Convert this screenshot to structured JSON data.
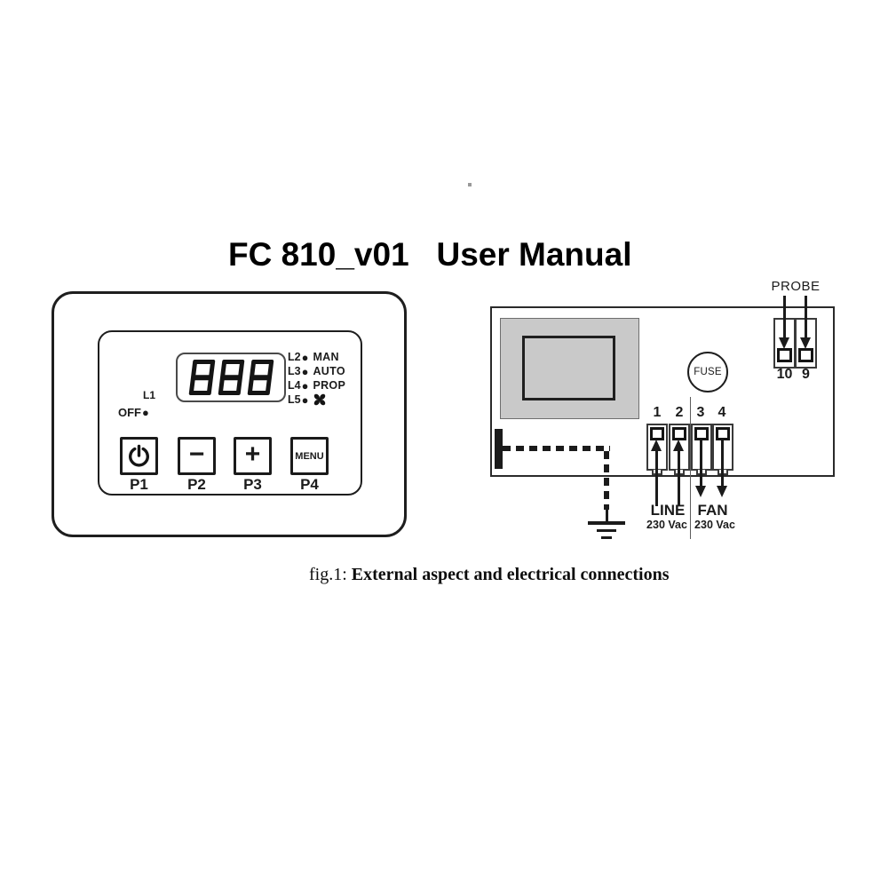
{
  "page": {
    "title": "FC 810_v01   User Manual",
    "caption_prefix": "fig.1: ",
    "caption_bold": "External aspect and electrical connections"
  },
  "panel": {
    "display_value": "888",
    "led_dot": "●",
    "l1": {
      "id": "L1",
      "off_label": "OFF"
    },
    "leds": [
      {
        "id": "L2",
        "label": "MAN"
      },
      {
        "id": "L3",
        "label": "AUTO"
      },
      {
        "id": "L4",
        "label": "PROP"
      },
      {
        "id": "L5",
        "label": ""
      }
    ],
    "buttons": [
      {
        "id": "P1",
        "icon": "power-icon",
        "glyph": ""
      },
      {
        "id": "P2",
        "icon": "minus-icon",
        "glyph": "−"
      },
      {
        "id": "P3",
        "icon": "plus-icon",
        "glyph": "+"
      },
      {
        "id": "P4",
        "icon": "menu-button",
        "glyph": "MENU"
      }
    ]
  },
  "board": {
    "fuse_label": "FUSE",
    "probe": {
      "label": "PROBE",
      "terminals": [
        "10",
        "9"
      ]
    },
    "terminals": {
      "numbers": [
        "1",
        "2",
        "3",
        "4"
      ]
    },
    "line": {
      "label": "LINE",
      "voltage": "230 Vac"
    },
    "fan": {
      "label": "FAN",
      "voltage": "230 Vac"
    }
  },
  "colors": {
    "ink": "#1b1b1b",
    "panel_gray": "#c9c9c9"
  }
}
